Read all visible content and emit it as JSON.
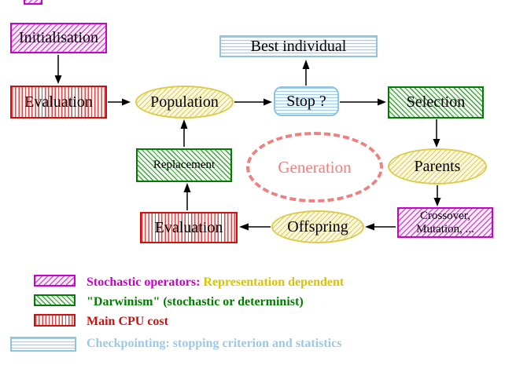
{
  "nodes": {
    "initialisation": {
      "label": "Initialisation"
    },
    "evaluation_top": {
      "label": "Evaluation"
    },
    "population": {
      "label": "Population"
    },
    "best_individual": {
      "label": "Best individual"
    },
    "stop": {
      "label": "Stop ?"
    },
    "selection": {
      "label": "Selection"
    },
    "parents": {
      "label": "Parents"
    },
    "crossover": {
      "label_line1": "Crossover,",
      "label_line2": "Mutation, ..."
    },
    "offspring": {
      "label": "Offspring"
    },
    "evaluation_bottom": {
      "label": "Evaluation"
    },
    "replacement": {
      "label": "Replacement"
    },
    "generation": {
      "label": "Generation"
    }
  },
  "legend": {
    "items": [
      {
        "swatch": "magenta-diagonal-hatch",
        "text_primary": "Stochastic operators:",
        "text_secondary": "Representation dependent"
      },
      {
        "swatch": "green-diagonal-hatch",
        "text_primary": "\"Darwinism\" (stochastic or determinist)"
      },
      {
        "swatch": "red-vertical-stripes",
        "text_primary": "Main CPU cost"
      },
      {
        "swatch": "cyan-horizontal-stripes",
        "text_primary": "Checkpointing: stopping criterion and statistics"
      }
    ]
  },
  "colors": {
    "magenta": "#cc00cc",
    "red": "#cc1111",
    "green": "#007c00",
    "yellow_border": "#ddcb4a",
    "gold_text": "#d9c400",
    "cyan_border": "#8fc3e0",
    "cyan_text": "#9cc8e8",
    "salmon": "#ee8080",
    "arrow": "#000000"
  }
}
